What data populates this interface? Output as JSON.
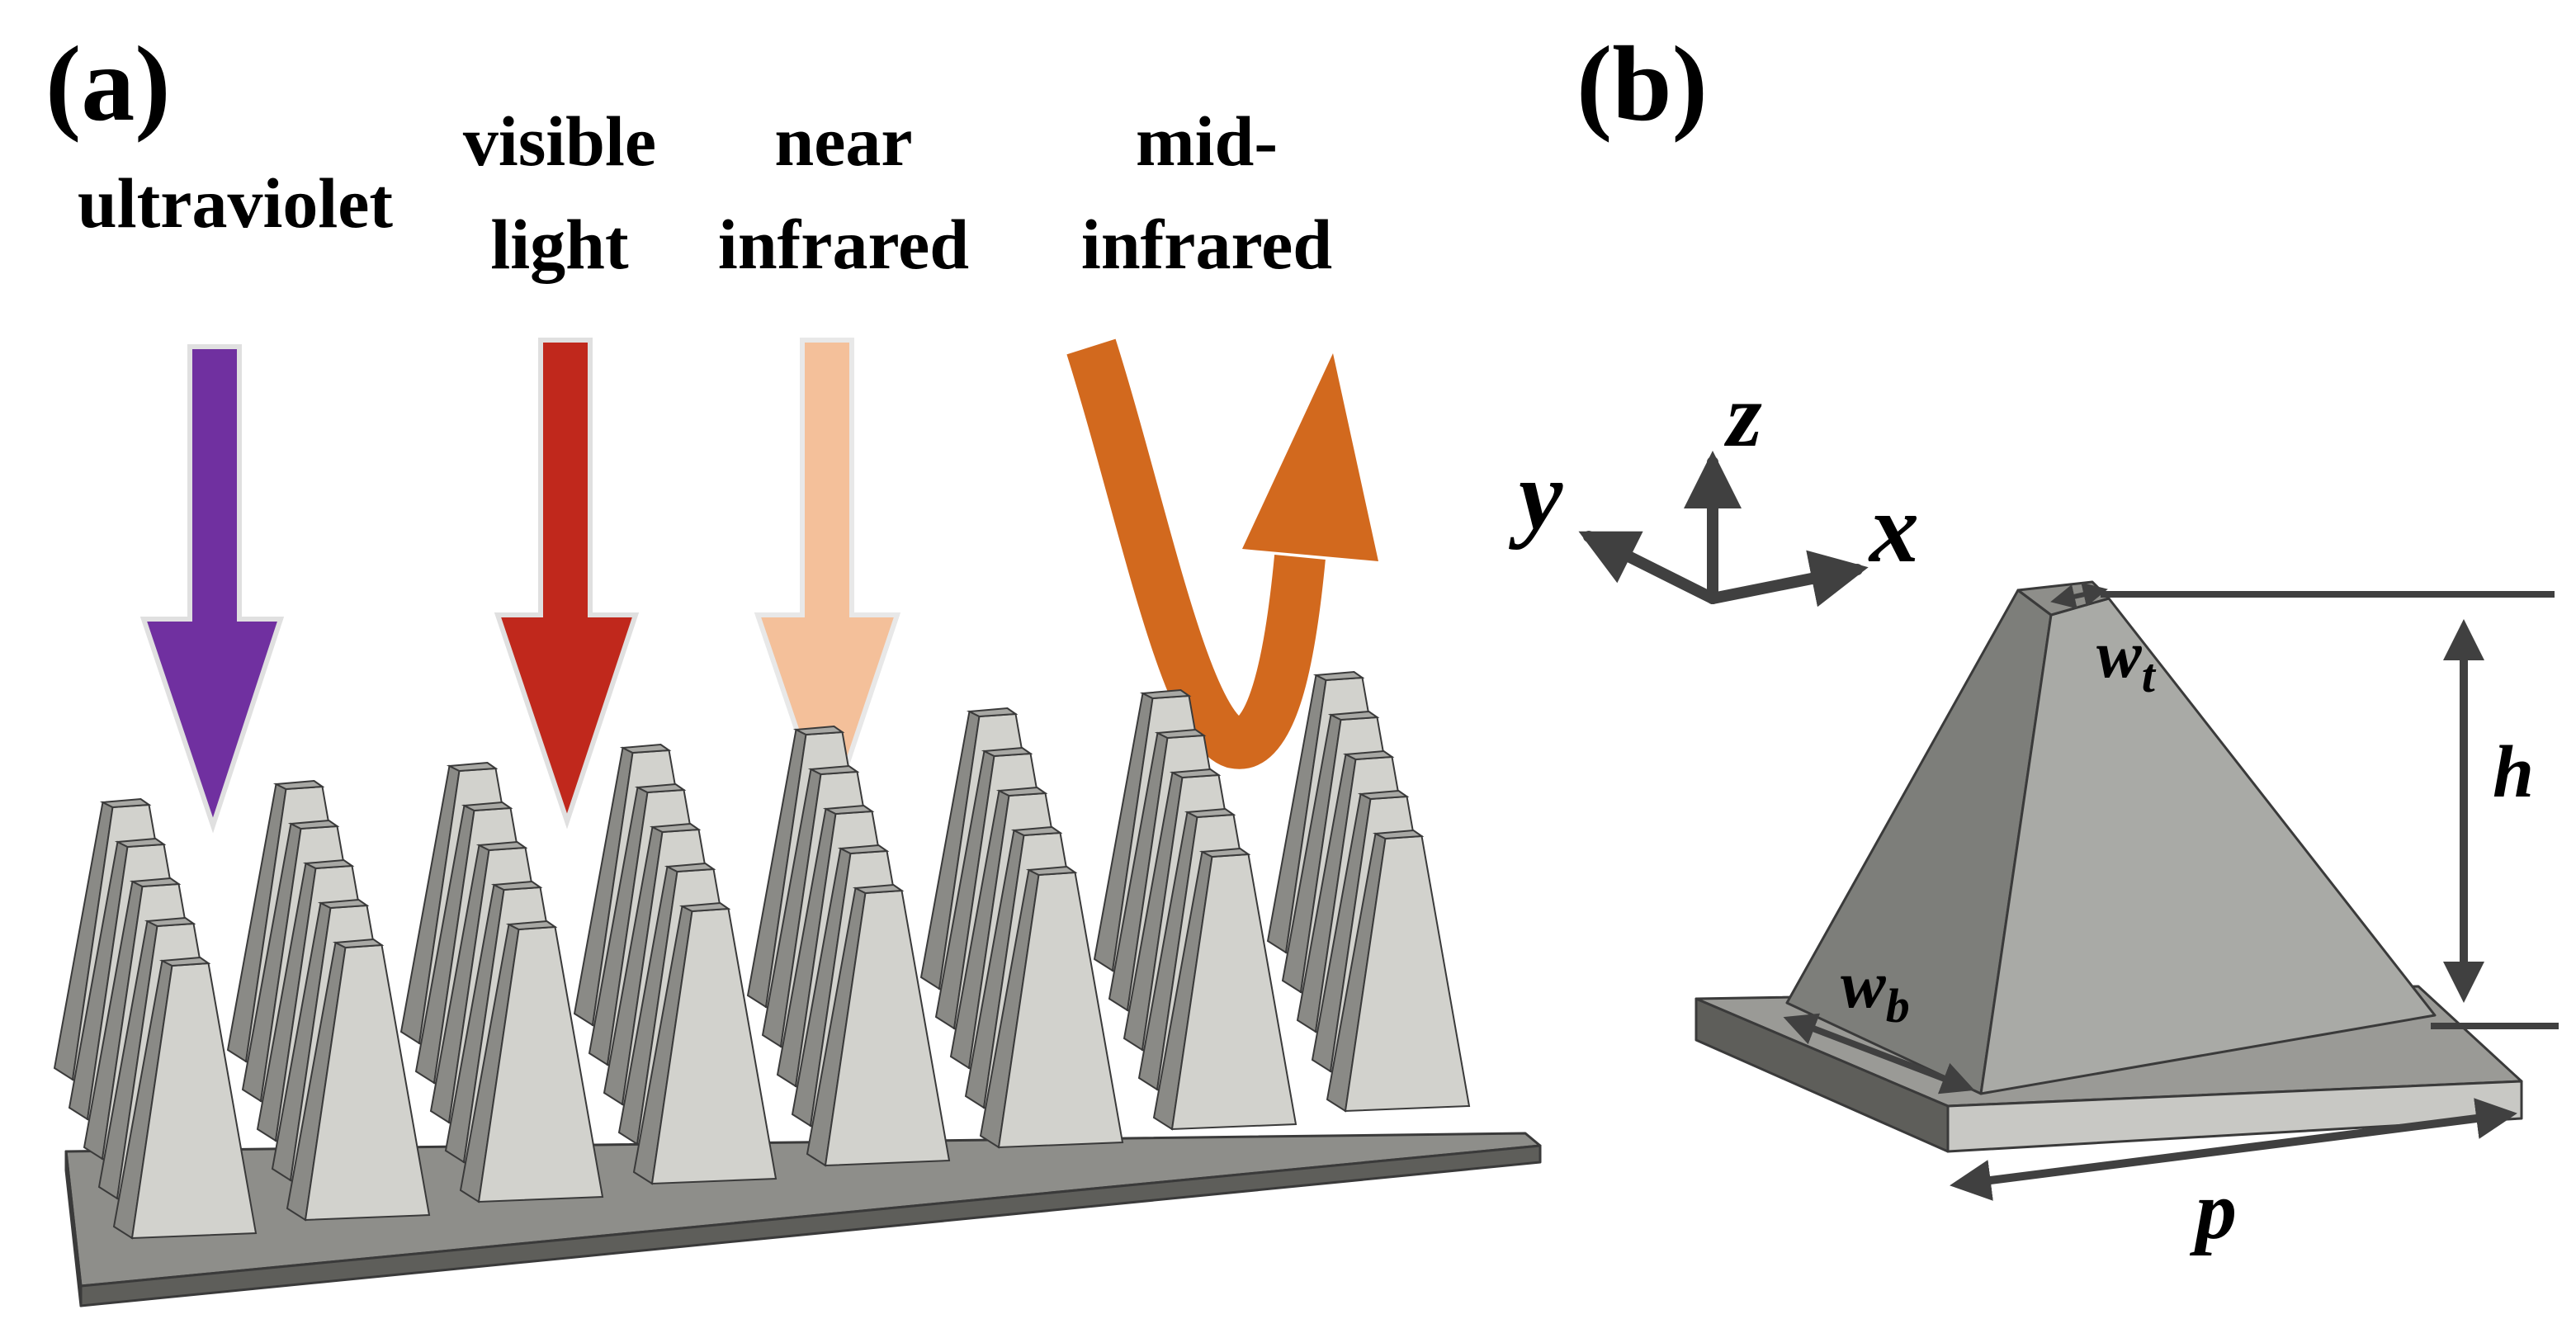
{
  "panel_a": {
    "label": "(a)",
    "bands": [
      {
        "line1": "ultraviolet",
        "line2": "",
        "color": "#7030A0"
      },
      {
        "line1": "visible",
        "line2": "light",
        "color": "#C0281C"
      },
      {
        "line1": "near",
        "line2": "infrared",
        "color": "#F4C09A"
      },
      {
        "line1": "mid-",
        "line2": "infrared",
        "color": "#D2691E"
      }
    ]
  },
  "panel_b": {
    "label": "(b)",
    "axes": {
      "x": "x",
      "y": "y",
      "z": "z"
    },
    "dims": {
      "wt_main": "w",
      "wt_sub": "t",
      "wb_main": "w",
      "wb_sub": "b",
      "h": "h",
      "p": "p"
    }
  },
  "colors": {
    "arrow_gray": "#404040",
    "pyramid_front": "#A9AAA6",
    "pyramid_left": "#7D7E7A",
    "base_top": "#9A9A96",
    "array_face": "#D2D2CD"
  }
}
